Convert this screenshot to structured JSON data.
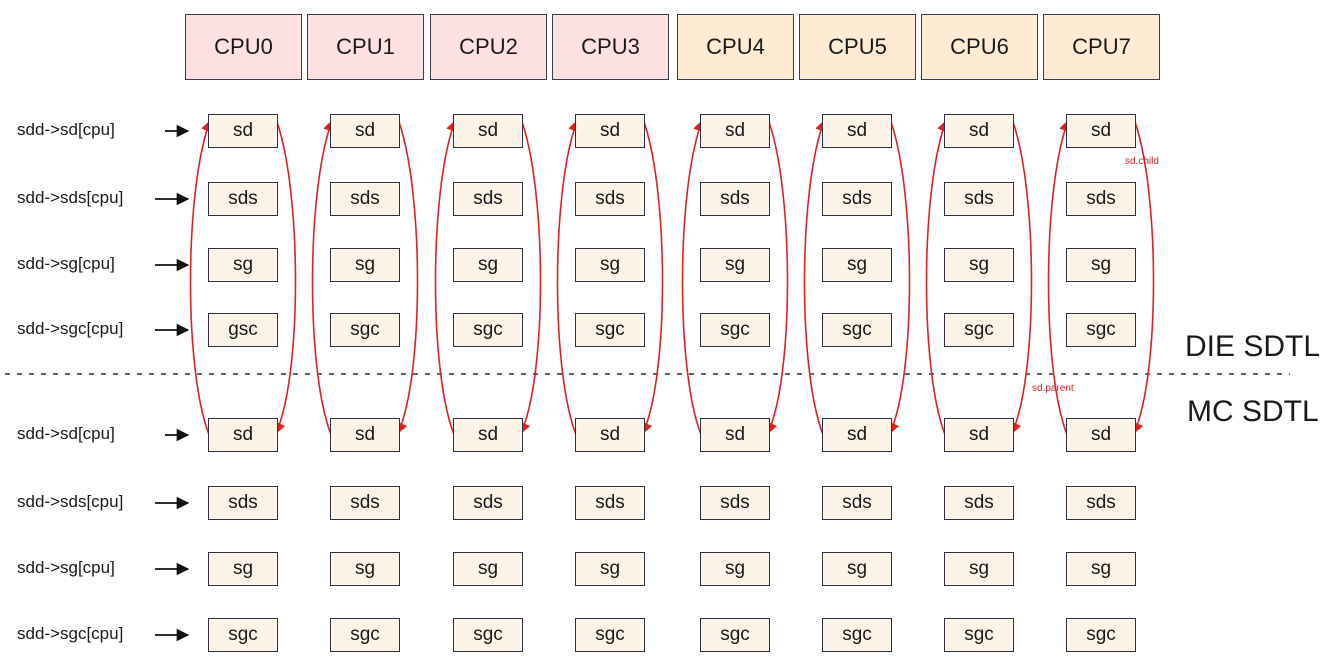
{
  "cpus": [
    {
      "label": "CPU0",
      "color": "#fde0e0"
    },
    {
      "label": "CPU1",
      "color": "#fde0e0"
    },
    {
      "label": "CPU2",
      "color": "#fde0e0"
    },
    {
      "label": "CPU3",
      "color": "#fde0e0"
    },
    {
      "label": "CPU4",
      "color": "#fdebd3"
    },
    {
      "label": "CPU5",
      "color": "#fdebd3"
    },
    {
      "label": "CPU6",
      "color": "#fdebd3"
    },
    {
      "label": "CPU7",
      "color": "#fdebd3"
    }
  ],
  "row_labels": [
    "sdd->sd[cpu]",
    "sdd->sds[cpu]",
    "sdd->sg[cpu]",
    "sdd->sgc[cpu]",
    "sdd->sd[cpu]",
    "sdd->sds[cpu]",
    "sdd->sg[cpu]",
    "sdd->sgc[cpu]"
  ],
  "grid": [
    [
      "sd",
      "sd",
      "sd",
      "sd",
      "sd",
      "sd",
      "sd",
      "sd"
    ],
    [
      "sds",
      "sds",
      "sds",
      "sds",
      "sds",
      "sds",
      "sds",
      "sds"
    ],
    [
      "sg",
      "sg",
      "sg",
      "sg",
      "sg",
      "sg",
      "sg",
      "sg"
    ],
    [
      "gsc",
      "sgc",
      "sgc",
      "sgc",
      "sgc",
      "sgc",
      "sgc",
      "sgc"
    ],
    [
      "sd",
      "sd",
      "sd",
      "sd",
      "sd",
      "sd",
      "sd",
      "sd"
    ],
    [
      "sds",
      "sds",
      "sds",
      "sds",
      "sds",
      "sds",
      "sds",
      "sds"
    ],
    [
      "sg",
      "sg",
      "sg",
      "sg",
      "sg",
      "sg",
      "sg",
      "sg"
    ],
    [
      "sgc",
      "sgc",
      "sgc",
      "sgc",
      "sgc",
      "sgc",
      "sgc",
      "sgc"
    ]
  ],
  "levels": {
    "upper": "DIE SDTL",
    "lower": "MC SDTL"
  },
  "annotations": {
    "child": "sd.child",
    "parent": "sd.parent"
  },
  "colors": {
    "link_arrows": "#e02020",
    "divider": "#333333"
  }
}
